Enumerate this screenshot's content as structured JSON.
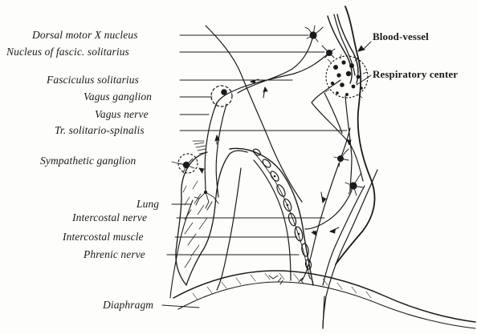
{
  "labels": {
    "dorsal_motor_x_nucleus": "Dorsal motor X nucleus",
    "nucleus_fascic_solitarius": "Nucleus of fascic. solitarius",
    "fasciculus_solitarius": "Fasciculus solitarius",
    "vagus_ganglion": "Vagus ganglion",
    "vagus_nerve": "Vagus nerve",
    "tr_solitario_spinalis": "Tr. solitario-spinalis",
    "sympathetic_ganglion": "Sympathetic ganglion",
    "lung": "Lung",
    "intercostal_nerve": "Intercostal nerve",
    "intercostal_muscle": "Intercostal muscle",
    "phrenic_nerve": "Phrenic nerve",
    "diaphragm": "Diaphragm",
    "blood_vessel": "Blood-vessel",
    "respiratory_center": "Respiratory center"
  },
  "colors": {
    "ink": "#1a1a1a",
    "paper": "#fdfdfb"
  }
}
